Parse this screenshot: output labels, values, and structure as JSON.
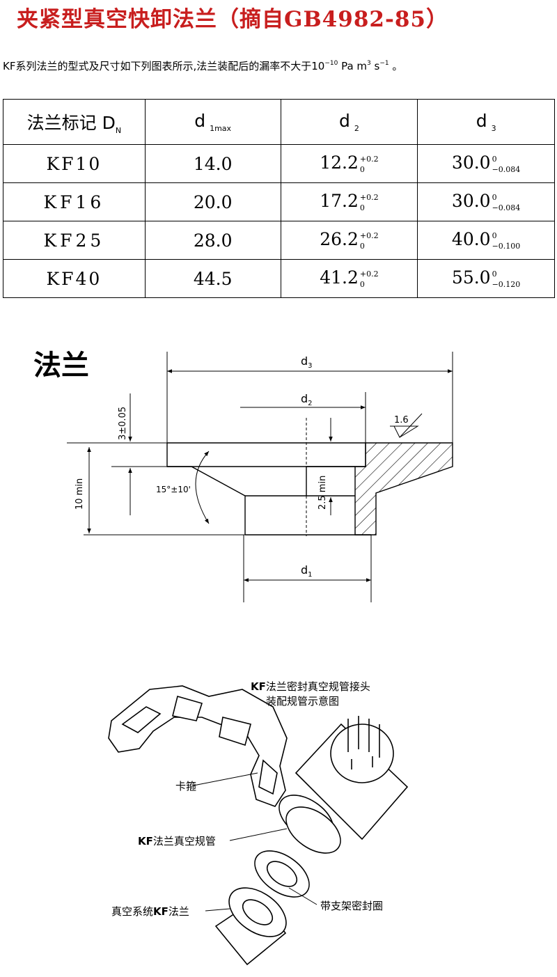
{
  "title": "夹紧型真空快卸法兰（摘自GB4982-85）",
  "intro": {
    "text_a": "KF系列法兰的型式及尺寸如下列图表所示,法兰装配后的漏率不大于10",
    "exp_a": "−10",
    "text_b": " Pa  m",
    "exp_b": "3",
    "text_c": " s",
    "exp_c": "−1",
    "text_d": " 。"
  },
  "table": {
    "headers": {
      "col1": "法兰标记 D",
      "col1_sub": "N",
      "col2": "d",
      "col2_sub": "1max",
      "col3": "d",
      "col3_sub": "2",
      "col4": "d",
      "col4_sub": "3"
    },
    "rows": [
      {
        "mark": "KF10",
        "d1": "14.0",
        "d2": "12.2",
        "d2_up": "+0.2",
        "d2_lo": "0",
        "d3": "30.0",
        "d3_up": "0",
        "d3_lo": "−0.084"
      },
      {
        "mark": "KF16",
        "d1": "20.0",
        "d2": "17.2",
        "d2_up": "+0.2",
        "d2_lo": "0",
        "d3": "30.0",
        "d3_up": "0",
        "d3_lo": "−0.084"
      },
      {
        "mark": "KF25",
        "d1": "28.0",
        "d2": "26.2",
        "d2_up": "+0.2",
        "d2_lo": "0",
        "d3": "40.0",
        "d3_up": "0",
        "d3_lo": "−0.100"
      },
      {
        "mark": "KF40",
        "d1": "44.5",
        "d2": "41.2",
        "d2_up": "+0.2",
        "d2_lo": "0",
        "d3": "55.0",
        "d3_up": "0",
        "d3_lo": "−0.120"
      }
    ]
  },
  "drawing": {
    "label": "法兰",
    "d3": "d",
    "d3_sub": "3",
    "d2": "d",
    "d2_sub": "2",
    "d1": "d",
    "d1_sub": "1",
    "thickness": "3±0.05",
    "height": "10 min",
    "angle": "15°±10'",
    "groove": "2.5 min",
    "roughness": "1.6"
  },
  "assembly": {
    "title_line1_bold": "KF",
    "title_line1": "法兰密封真空规管接头",
    "title_line2": "装配规管示意图",
    "clamp": "卡箍",
    "gauge_bold": "KF",
    "gauge": "法兰真空规管",
    "system_prefix": "真空系统",
    "system_bold": "KF",
    "system_suffix": "法兰",
    "ring": "带支架密封圈"
  }
}
